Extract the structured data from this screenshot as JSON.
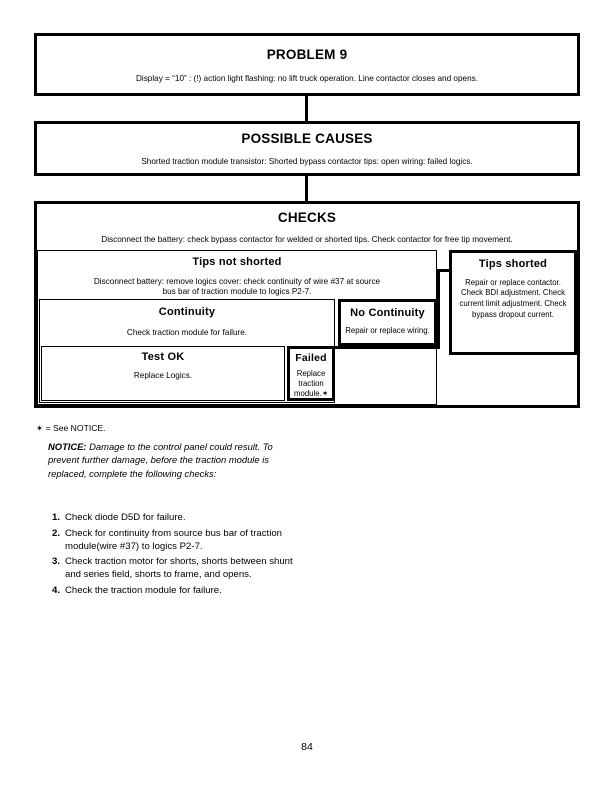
{
  "document": {
    "page_number": "84"
  },
  "flowchart": {
    "problem": {
      "title": "PROBLEM 9",
      "body": "Display = “10” : (!) action light flashing: no lift truck operation. Line contactor closes and opens."
    },
    "possible_causes": {
      "title": "POSSIBLE CAUSES",
      "body": "Shorted traction module transistor: Shorted bypass contactor tips: open wiring: failed logics."
    },
    "checks": {
      "title": "CHECKS",
      "body": "Disconnect the battery: check bypass contactor for welded or shorted tips. Check contactor for free tip movement."
    },
    "tips_not_shorted": {
      "title": "Tips not shorted",
      "body_line1": "Disconnect battery: remove logics cover: check continuity of wire #37 at source",
      "body_line2": "bus bar of traction module to logics P2-7."
    },
    "tips_shorted": {
      "title": "Tips shorted",
      "body": "Repair or replace contactor. Check BDI adjustment. Check current limit adjustment. Check bypass dropout current."
    },
    "continuity": {
      "title": "Continuity",
      "body": "Check traction module for failure."
    },
    "no_continuity": {
      "title": "No Continuity",
      "body": "Repair or replace wiring."
    },
    "test_ok": {
      "title": "Test OK",
      "body": "Replace Logics."
    },
    "failed": {
      "title": "Failed",
      "body": "Replace traction module.✶"
    }
  },
  "notice": {
    "footnote": "✶ = See NOTICE.",
    "label": "NOTICE:",
    "text": " Damage to the control panel could result. To prevent further damage, before the traction module is replaced, complete the following checks:",
    "steps": [
      {
        "num": "1.",
        "text": "Check diode D5D for failure."
      },
      {
        "num": "2.",
        "text": "Check for continuity from source bus bar of traction module(wire #37) to logics P2-7."
      },
      {
        "num": "3.",
        "text": "Check traction motor for shorts, shorts between shunt and series field, shorts to frame, and opens."
      },
      {
        "num": "4.",
        "text": "Check the traction module for failure."
      }
    ]
  },
  "colors": {
    "ink": "#000000",
    "paper": "#ffffff"
  }
}
